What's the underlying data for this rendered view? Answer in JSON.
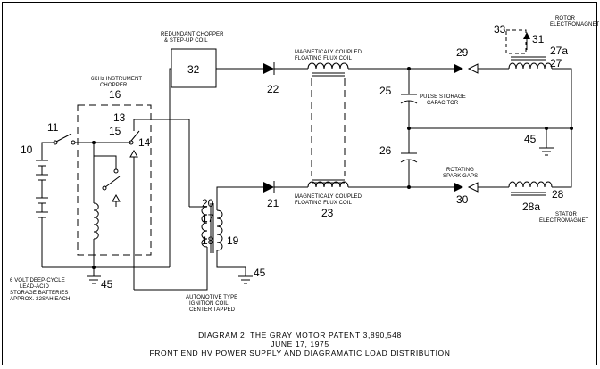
{
  "labels": {
    "n10": "10",
    "n11": "11",
    "n13": "13",
    "n14": "14",
    "n15": "15",
    "n16": "16",
    "n17": "17",
    "n18": "18",
    "n19": "19",
    "n20": "20",
    "n21": "21",
    "n22": "22",
    "n23": "23",
    "n25": "25",
    "n26": "26",
    "n27": "27",
    "n27a": "27a",
    "n28": "28",
    "n28a": "28a",
    "n29": "29",
    "n30": "30",
    "n31": "31",
    "n32": "32",
    "n33": "33",
    "n45a": "45",
    "n45b": "45",
    "n45c": "45"
  },
  "annotations": {
    "redundant_chopper": [
      "REDUNDANT CHOPPER",
      "& STEP-UP COIL"
    ],
    "instrument_chopper": [
      "6KHz INSTRUMENT",
      "CHOPPER"
    ],
    "mag_coupled_top": [
      "MAGNETICALY COUPLED",
      "FLOATING FLUX COIL"
    ],
    "mag_coupled_bottom": [
      "MAGNETICALY COUPLED",
      "FLOATING FLUX COIL"
    ],
    "pulse_storage": [
      "PULSE STORAGE",
      "CAPACITOR"
    ],
    "rotating_gaps": [
      "ROTATING",
      "SPARK GAPS"
    ],
    "rotor": [
      "ROTOR",
      "ELECTROMAGNET"
    ],
    "stator": [
      "STATOR",
      "ELECTROMAGNET"
    ],
    "battery": [
      "6 VOLT DEEP-CYCLE",
      "LEAD-ACID",
      "STORAGE BATTERIES",
      "APPROX. 22SAH EACH"
    ],
    "ignition_coil": [
      "AUTOMOTIVE TYPE",
      "IGNITION COIL",
      "CENTER TAPPED"
    ]
  },
  "caption": {
    "line1": "DIAGRAM 2.  THE GRAY MOTOR PATENT 3,890,548",
    "line2": "JUNE 17, 1975",
    "line3": "FRONT END HV POWER SUPPLY AND DIAGRAMATIC LOAD DISTRIBUTION"
  }
}
